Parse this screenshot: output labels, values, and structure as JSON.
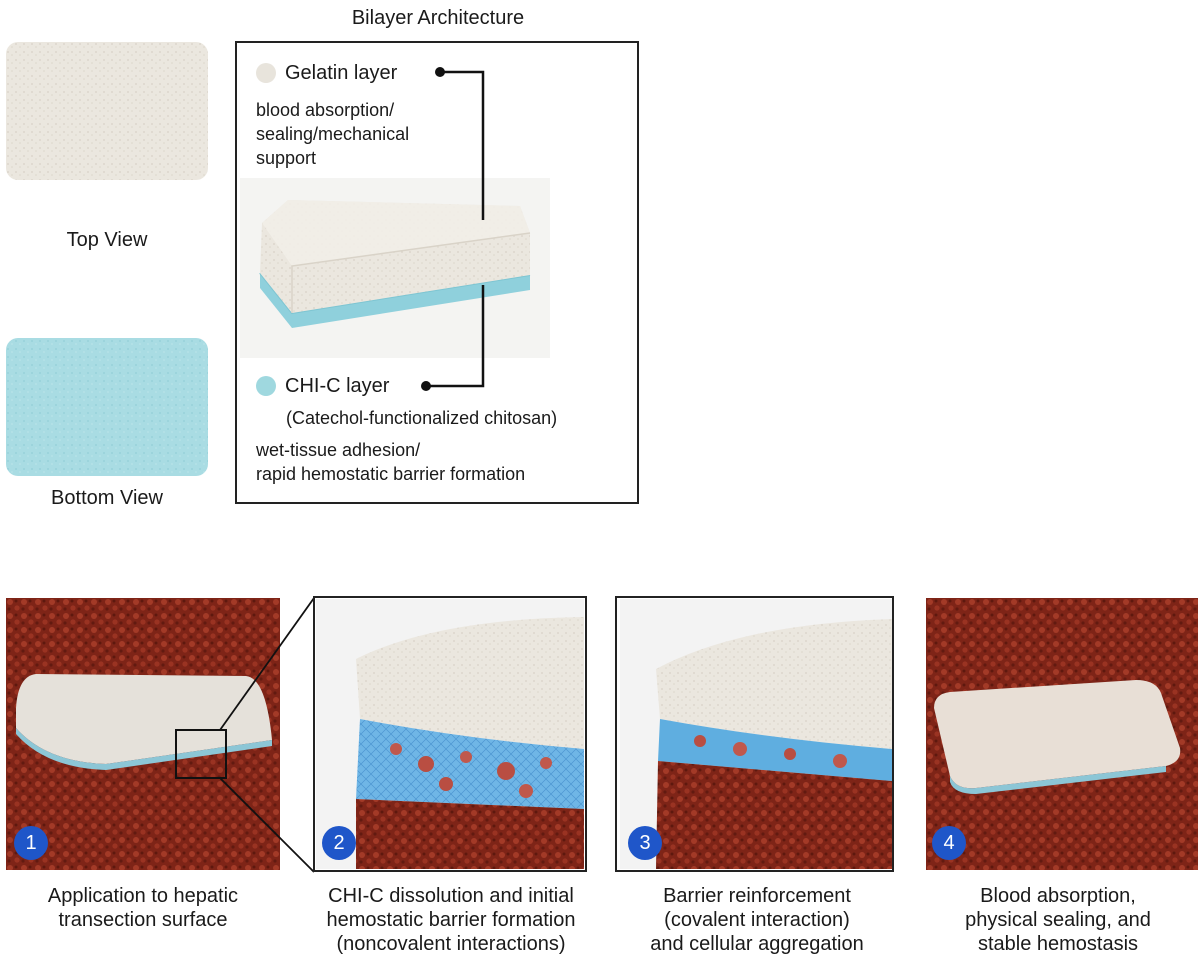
{
  "top": {
    "top_view_label": "Top View",
    "bottom_view_label": "Bottom View",
    "architecture_title": "Bilayer Architecture",
    "gelatin_layer": {
      "name": "Gelatin layer",
      "desc_lines": [
        "blood absorption/",
        "sealing/mechanical",
        "support"
      ],
      "color": "#e8e4dc"
    },
    "chic_layer": {
      "name": "CHI-C layer",
      "subtitle": "(Catechol-functionalized chitosan)",
      "desc_lines": [
        "wet-tissue adhesion/",
        "rapid hemostatic barrier formation"
      ],
      "color": "#9fd8df"
    }
  },
  "steps": [
    {
      "number": "1",
      "lines": [
        "Application to hepatic",
        "transection surface"
      ]
    },
    {
      "number": "2",
      "lines": [
        "CHI-C dissolution and initial",
        "hemostatic barrier formation",
        "(noncovalent interactions)"
      ]
    },
    {
      "number": "3",
      "lines": [
        "Barrier reinforcement",
        "(covalent interaction)",
        "and cellular aggregation"
      ]
    },
    {
      "number": "4",
      "lines": [
        "Blood absorption,",
        "physical sealing, and",
        "stable hemostasis"
      ]
    }
  ],
  "colors": {
    "badge": "#1f56c9",
    "tissue": "#8a2a1c",
    "gelatin": "#ebe7df",
    "chic": "#a9dce3"
  }
}
